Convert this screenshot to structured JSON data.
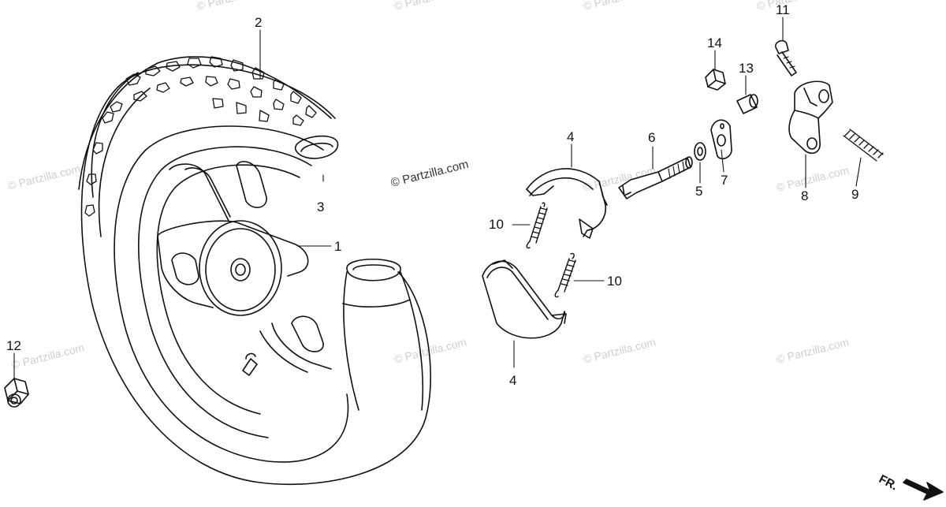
{
  "watermark": "© Partzilla.com",
  "callouts": [
    {
      "id": "c1",
      "label": "1"
    },
    {
      "id": "c2",
      "label": "2"
    },
    {
      "id": "c3",
      "label": "3"
    },
    {
      "id": "c4a",
      "label": "4"
    },
    {
      "id": "c4b",
      "label": "4"
    },
    {
      "id": "c5",
      "label": "5"
    },
    {
      "id": "c6",
      "label": "6"
    },
    {
      "id": "c7",
      "label": "7"
    },
    {
      "id": "c8",
      "label": "8"
    },
    {
      "id": "c9",
      "label": "9"
    },
    {
      "id": "c10a",
      "label": "10"
    },
    {
      "id": "c10b",
      "label": "10"
    },
    {
      "id": "c11",
      "label": "11"
    },
    {
      "id": "c12",
      "label": "12"
    },
    {
      "id": "c13",
      "label": "13"
    },
    {
      "id": "c14",
      "label": "14"
    }
  ],
  "direction_marker": "FR."
}
